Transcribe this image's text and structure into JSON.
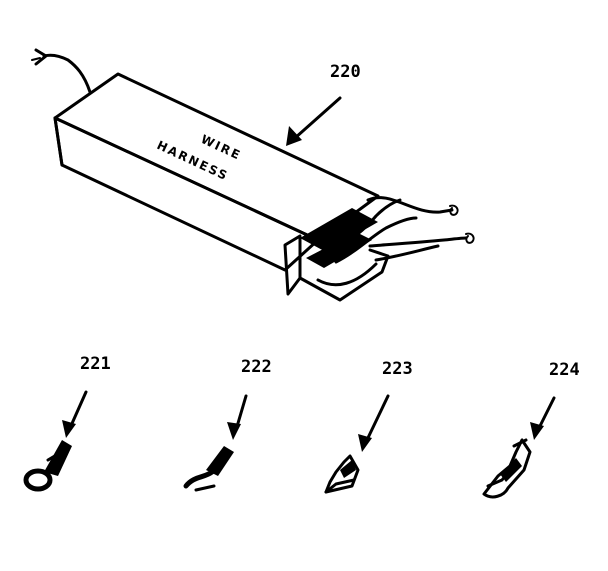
{
  "diagram": {
    "box_text_line1": "WIRE",
    "box_text_line2": "HARNESS",
    "callouts": [
      {
        "label": "220",
        "part": "wire-harness-package"
      },
      {
        "label": "221",
        "part": "ring-terminal"
      },
      {
        "label": "222",
        "part": "spade-terminal"
      },
      {
        "label": "223",
        "part": "flag-terminal"
      },
      {
        "label": "224",
        "part": "clip-terminal"
      }
    ]
  }
}
